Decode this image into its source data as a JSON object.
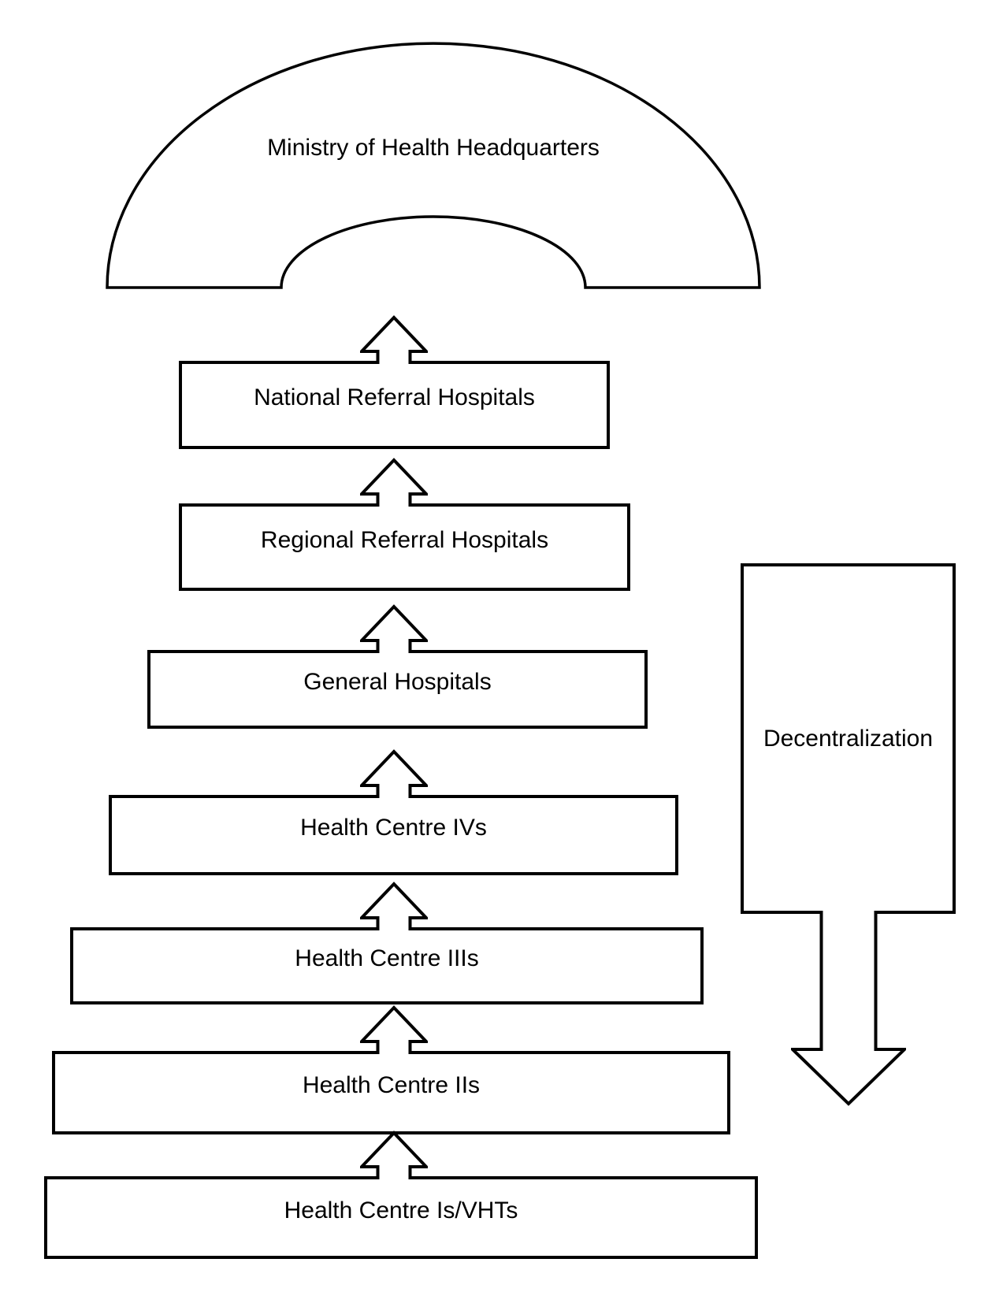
{
  "diagram": {
    "top_shape": {
      "label": "Ministry of Health Headquarters",
      "shape": "block-arc"
    },
    "levels": [
      {
        "label": "National Referral Hospitals"
      },
      {
        "label": "Regional Referral Hospitals"
      },
      {
        "label": "General Hospitals"
      },
      {
        "label": "Health Centre IVs"
      },
      {
        "label": "Health Centre IIIs"
      },
      {
        "label": "Health Centre IIs"
      },
      {
        "label": "Health Centre Is/VHTs"
      }
    ],
    "side_box": {
      "label": "Decentralization"
    },
    "icons": {
      "up_arrow": "hollow block arrow pointing up (referral flow between levels)",
      "down_arrow": "hollow block arrow pointing down (from Decentralization box)"
    },
    "style": {
      "stroke_color": "#000000",
      "fill_color": "#ffffff",
      "up_arrow_count": 7,
      "down_arrow_count": 1
    }
  }
}
